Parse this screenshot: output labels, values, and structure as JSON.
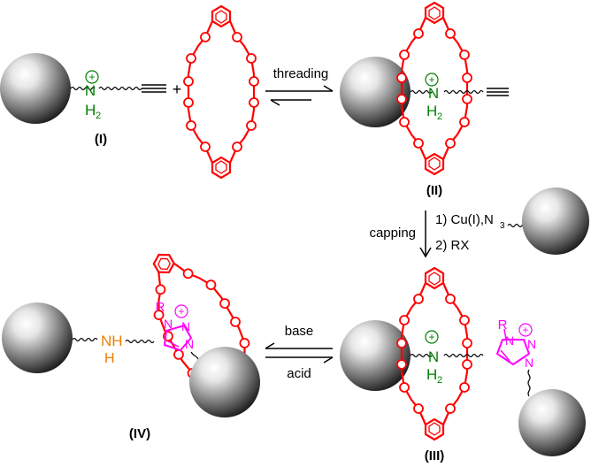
{
  "labels": {
    "threading": "threading",
    "capping": "capping",
    "step1": "1) Cu(I),N",
    "step1_sub": "3",
    "step2": "2) RX",
    "base": "base",
    "acid": "acid",
    "plus": "+",
    "charge": "+",
    "n_atom": "N",
    "nh_atom": "NH",
    "h_atom": "H",
    "h2_atom": "H",
    "h2_sub": "2",
    "r_group": "R"
  },
  "compounds": {
    "c1": "(I)",
    "c2": "(II)",
    "c3": "(III)",
    "c4": "(IV)"
  },
  "colors": {
    "crown": "#ff0000",
    "ammonium": "#008000",
    "triazolium": "#ff00ff",
    "amine": "#e98000",
    "ink": "#000000"
  }
}
